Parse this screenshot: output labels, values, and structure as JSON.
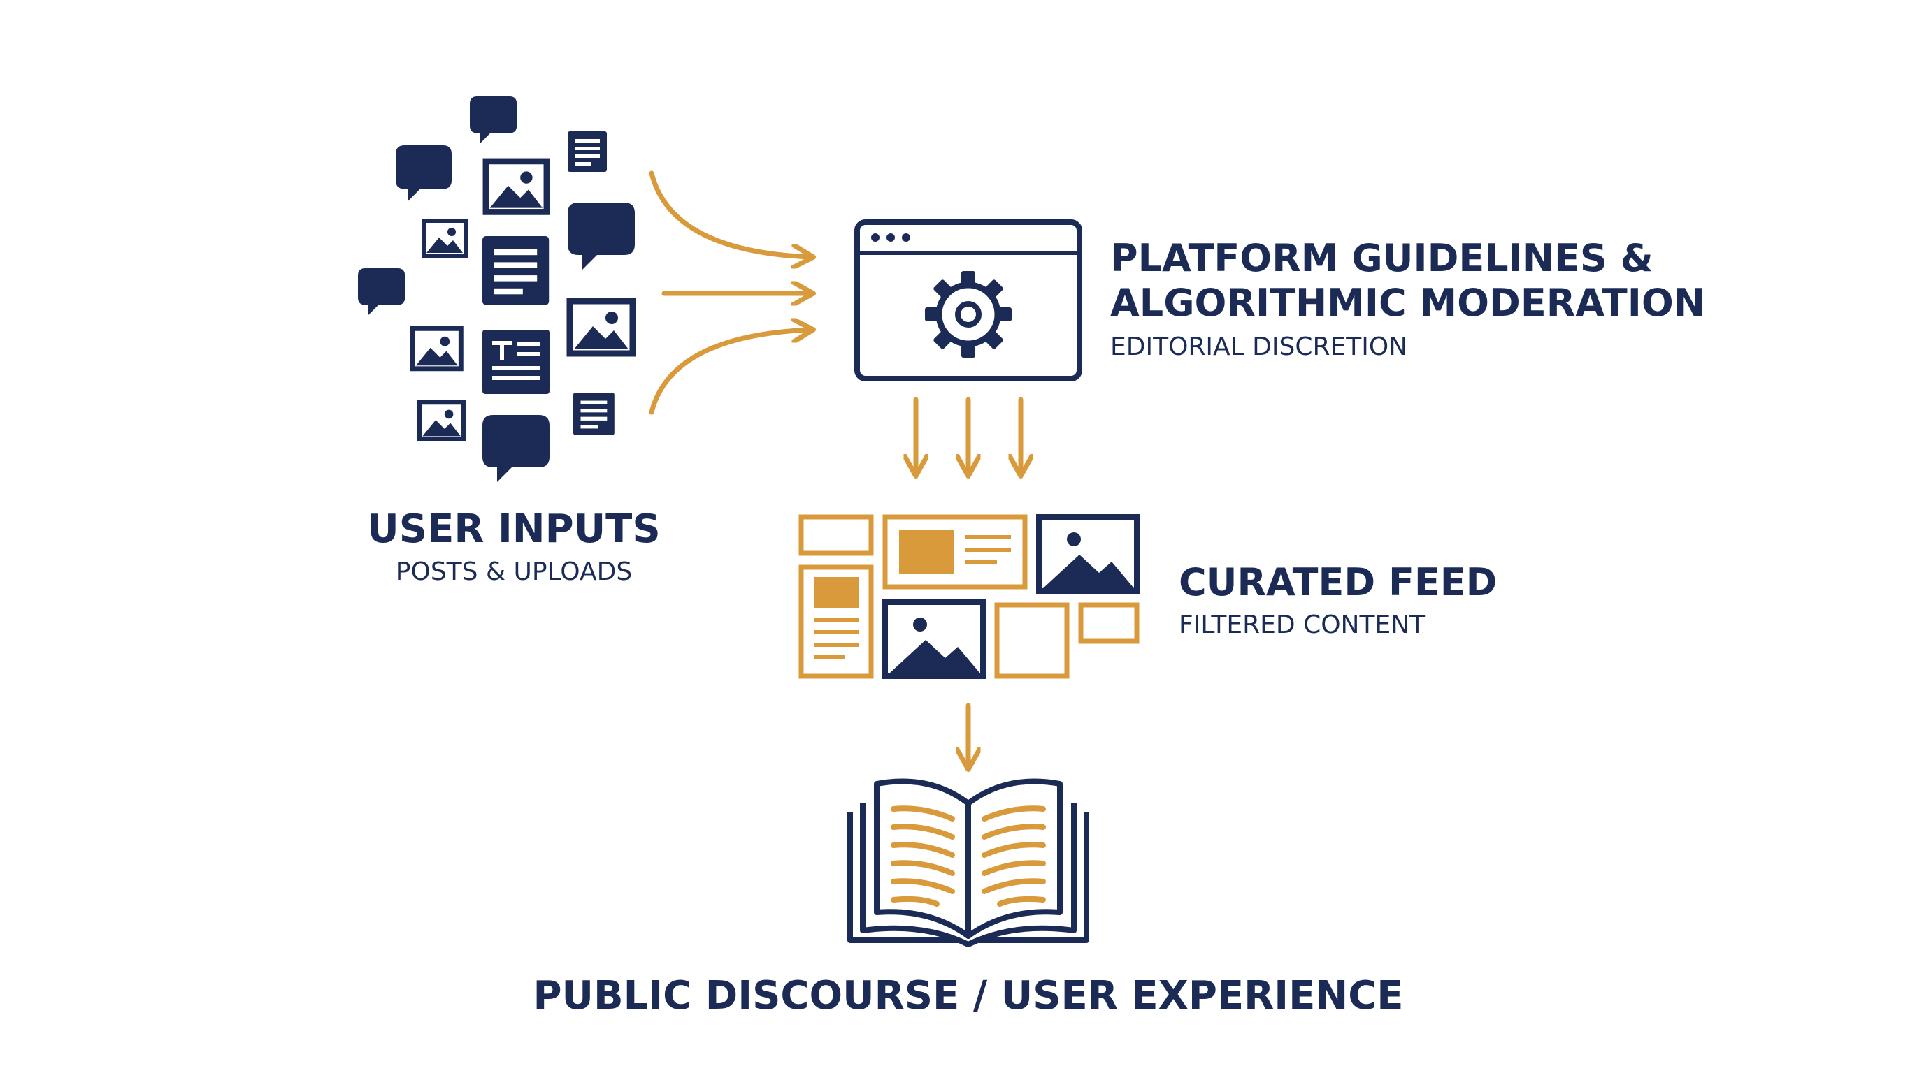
{
  "colors": {
    "navy": "#1b2b55",
    "gold": "#d89a3a",
    "background": "#ffffff"
  },
  "user_inputs": {
    "title": "USER INPUTS",
    "subtitle": "POSTS & UPLOADS",
    "icons": [
      "speech-bubble-icon",
      "image-icon",
      "document-icon"
    ]
  },
  "moderation": {
    "title_line1": "PLATFORM GUIDELINES &",
    "title_line2": "ALGORITHMIC MODERATION",
    "subtitle": "EDITORIAL DISCRETION",
    "icon": "browser-gear-icon"
  },
  "feed": {
    "title": "CURATED FEED",
    "subtitle": "FILTERED CONTENT",
    "icon": "content-grid-icon"
  },
  "outcome": {
    "title": "PUBLIC DISCOURSE / USER EXPERIENCE",
    "icon": "open-book-icon"
  }
}
